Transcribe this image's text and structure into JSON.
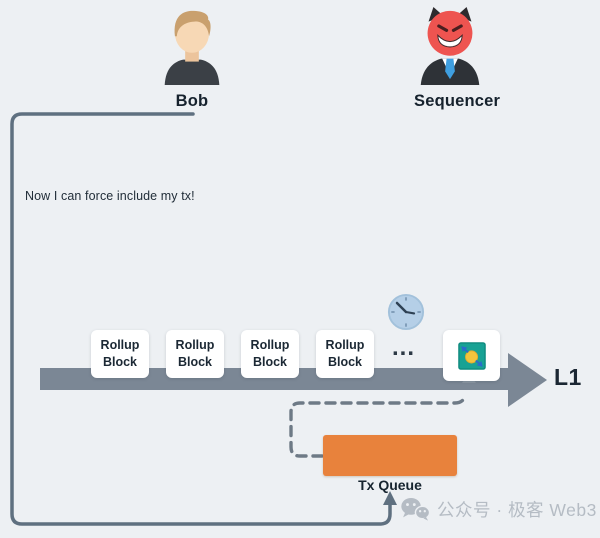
{
  "colors": {
    "background": "#edf0f3",
    "l1_bar": "#7b8795",
    "connector": "#5f7080",
    "dashed_connector": "#6e7a86",
    "tx_queue_orange": "#e8823c",
    "block_text": "#1b2834",
    "forced_tx_teal": "#18a294",
    "watermark_gray": "#b5bcc4",
    "devil_red": "#ee5450"
  },
  "actors": {
    "bob": {
      "label": "Bob",
      "icon": "bob-avatar"
    },
    "sequencer": {
      "label": "Sequencer",
      "icon": "devil-avatar"
    }
  },
  "speech": {
    "text": "Now I can force include my tx!"
  },
  "chain": {
    "l1_label": "L1",
    "blocks": [
      {
        "label": "Rollup Block"
      },
      {
        "label": "Rollup Block"
      },
      {
        "label": "Rollup Block"
      },
      {
        "label": "Rollup Block"
      }
    ],
    "ellipsis": "...",
    "forced_block": {
      "icon": "forced-transaction-icon"
    },
    "wait_icon": "clock-icon"
  },
  "tx_queue": {
    "label": "Tx Queue"
  },
  "watermark": {
    "text": "公众号 · 极客 Web3",
    "icon": "wechat-icon"
  }
}
